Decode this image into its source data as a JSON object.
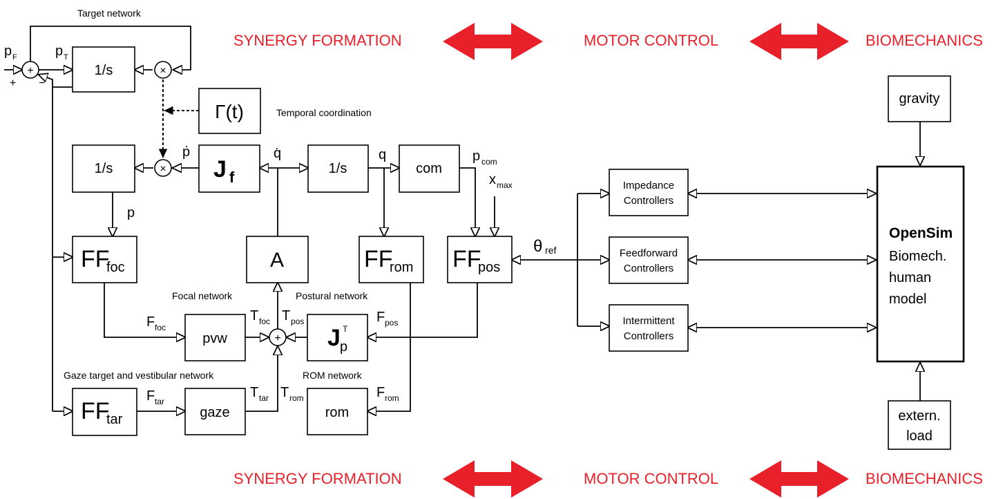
{
  "colors": {
    "banner_text": "#e8202a",
    "banner_arrow": "#e8202a",
    "line": "#000000"
  },
  "banner": {
    "synergy_formation": "SYNERGY FORMATION",
    "motor_control": "MOTOR CONTROL",
    "biomechanics": "BIOMECHANICS"
  },
  "networks": {
    "target": "Target network",
    "temporal": "Temporal coordination",
    "focal": "Focal network",
    "postural": "Postural network",
    "gaze": "Gaze target and vestibular network",
    "rom": "ROM network"
  },
  "blocks": {
    "integrator": "1/s",
    "gamma": "Γ(t)",
    "jf": "J",
    "jf_sub": "f",
    "com": "com",
    "ff": "FF",
    "ff_foc_sub": "foc",
    "ff_rom_sub": "rom",
    "ff_pos_sub": "pos",
    "ff_tar_sub": "tar",
    "a": "A",
    "pvw": "pvw",
    "jp": "J",
    "jp_sub": "p",
    "jp_sup": "T",
    "gaze": "gaze",
    "rom": "rom"
  },
  "controllers": {
    "impedance": [
      "Impedance",
      "Controllers"
    ],
    "feedforward": [
      "Feedforward",
      "Controllers"
    ],
    "intermittent": [
      "Intermittent",
      "Controllers"
    ]
  },
  "opensim": {
    "title": "OpenSim",
    "lines": [
      "Biomech.",
      "human",
      "model"
    ]
  },
  "inputs": {
    "gravity": "gravity",
    "extern": [
      "extern.",
      "load"
    ]
  },
  "signals": {
    "p": "p",
    "p_dot": "ṗ",
    "q": "q",
    "q_dot": "q̇",
    "p_F_sub": "F",
    "p_T_sub": "T",
    "p_com_sub": "com",
    "x": "x",
    "x_sub": "max",
    "theta": "θ",
    "theta_sub": "ref",
    "F": "F",
    "T": "T",
    "foc": "foc",
    "pos": "pos",
    "tar": "tar",
    "rom": "rom",
    "plus": "+",
    "minus": "−",
    "times": "×"
  }
}
